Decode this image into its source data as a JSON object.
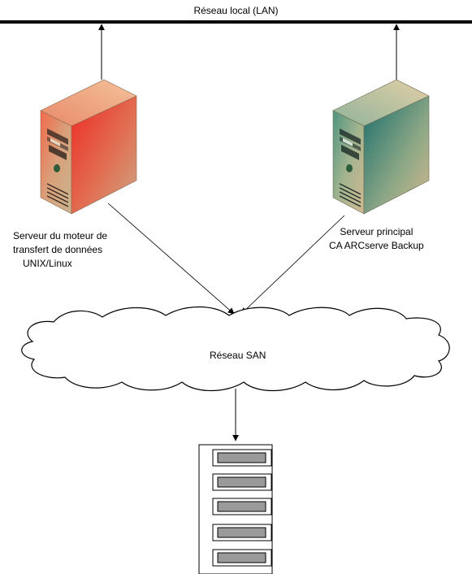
{
  "lan": {
    "label": "Réseau local (LAN)"
  },
  "servers": {
    "left": {
      "label_lines": [
        "Serveur du moteur de",
        "transfert de données",
        "UNIX/Linux"
      ],
      "color": "#ee2a24"
    },
    "right": {
      "label_lines": [
        "Serveur principal",
        "CA ARCserve Backup"
      ],
      "color": "#1a6e6c"
    }
  },
  "san": {
    "label": "Réseau SAN"
  },
  "storage": {
    "icon": "disk-array-icon",
    "drive_count": 5
  }
}
